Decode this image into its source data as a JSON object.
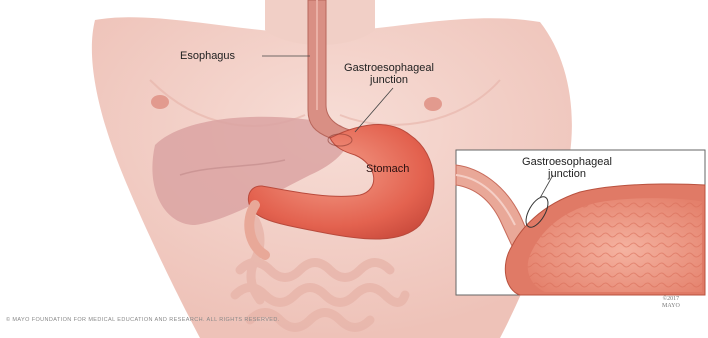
{
  "labels": {
    "esophagus": "Esophagus",
    "gej_main_line1": "Gastroesophageal",
    "gej_main_line2": "junction",
    "stomach": "Stomach",
    "gej_inset_line1": "Gastroesophageal",
    "gej_inset_line2": "junction"
  },
  "inset_mark": {
    "year": "©2017",
    "brand": "MAYO"
  },
  "copyright": "© MAYO FOUNDATION FOR MEDICAL EDUCATION AND RESEARCH. ALL RIGHTS RESERVED.",
  "colors": {
    "skin": "#f4d6cf",
    "liver": "#d9a6a6",
    "stomach": "#e8705e",
    "intestine": "#f2c9c0",
    "inset_border": "#666666"
  }
}
